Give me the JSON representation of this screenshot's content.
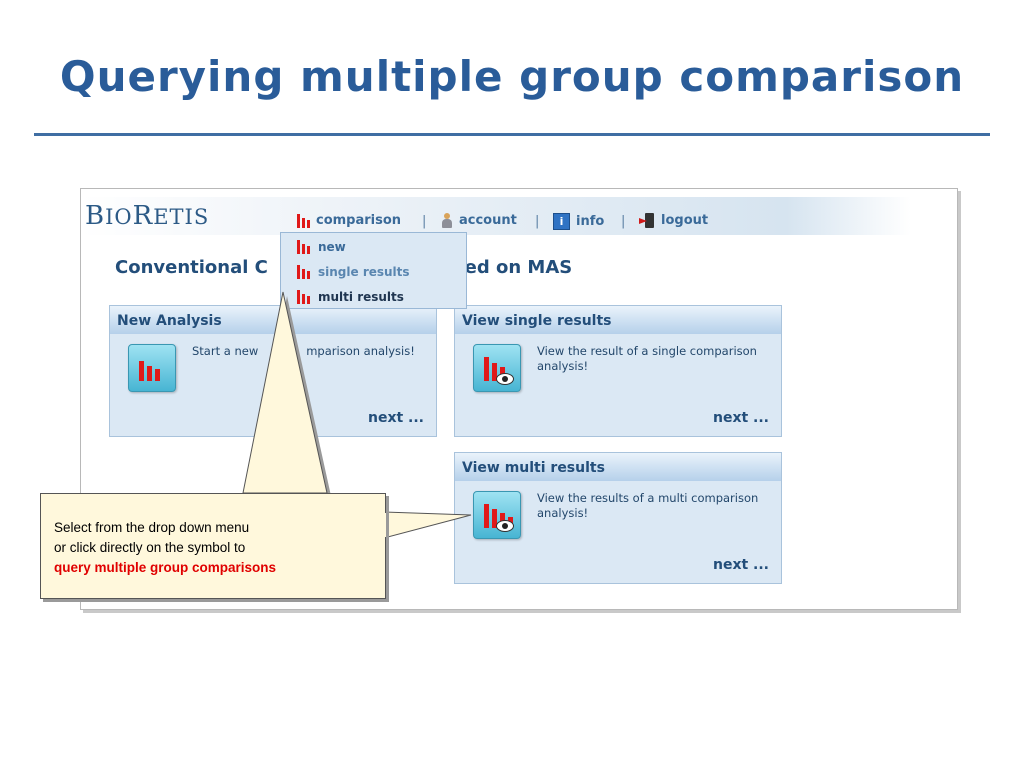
{
  "slide": {
    "title": "Querying multiple group comparison"
  },
  "app": {
    "logo": {
      "part1_big": "B",
      "part1_small": "IO",
      "part2_big": "R",
      "part2_small": "ETIS"
    },
    "nav": {
      "comparison": "comparison",
      "account": "account",
      "info": "info",
      "logout": "logout",
      "separator": "|"
    },
    "dropdown": {
      "items": [
        "new",
        "single results",
        "multi results"
      ]
    },
    "page_heading_left": "Conventional C",
    "page_heading_right": "sed on MAS",
    "panels": {
      "new_analysis": {
        "title": "New Analysis",
        "text_left": "Start a new",
        "text_right": "mparison analysis!",
        "next": "next ..."
      },
      "view_single": {
        "title": "View single results",
        "text": "View the result of a single comparison analysis!",
        "next": "next ..."
      },
      "view_multi": {
        "title": "View multi results",
        "text": "View the results of a multi comparison analysis!",
        "next": "next ..."
      }
    }
  },
  "callout": {
    "line1": "Select from the drop down menu",
    "line2": "or click directly on the symbol to",
    "line3": "query multiple group comparisons"
  },
  "colors": {
    "title": "#2a5c99",
    "accent_red": "#e00000",
    "panel_bg": "#dbe8f4",
    "callout_bg": "#fff8dc"
  }
}
